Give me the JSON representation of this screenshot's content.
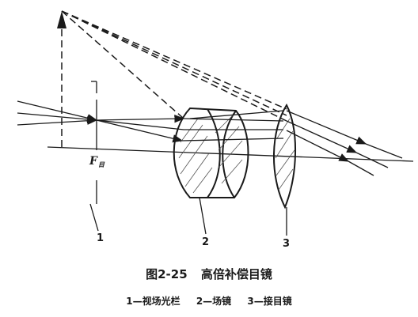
{
  "figure": {
    "number": "图2-25",
    "title": "高倍补偿目镜"
  },
  "labels": {
    "focus_main": "F",
    "focus_sub": "目",
    "part1": "1",
    "part2": "2",
    "part3": "3"
  },
  "legend": [
    "1—视场光栏",
    "2—场镜",
    "3—接目镜"
  ]
}
